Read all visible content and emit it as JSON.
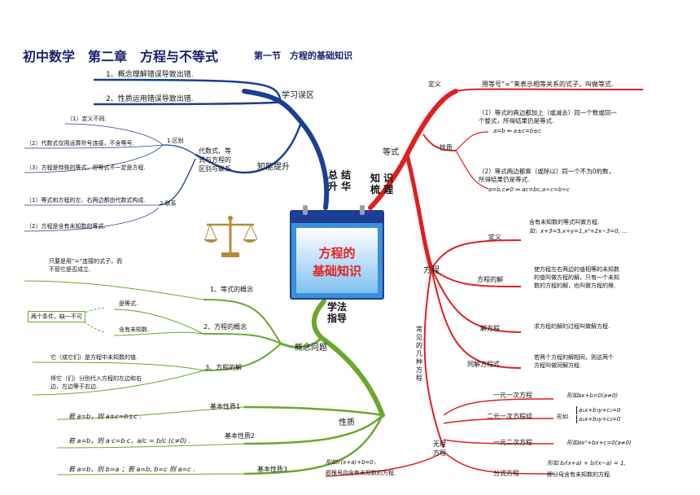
{
  "header": {
    "title": "初中数学　第二章　方程与不等式",
    "section": "第一节　方程的基础知识"
  },
  "center": {
    "label_line1": "方程的",
    "label_line2": "基础知识"
  },
  "main_branches": {
    "summary": "总 结\n升 华",
    "knowledge": "知 识\n梳 理",
    "method": "学法\n指导"
  },
  "mistakes": {
    "title": "学习误区",
    "item1": "1、概念理解错误导致出错.",
    "item2": "2、性质运用错误导致出错."
  },
  "improve": {
    "title": "知能提升",
    "topic": "代数式、等\n式与方程的\n区别与联系",
    "diff_label": "1.区别",
    "diff1": "（1）定义不同.",
    "diff2": "（2）代数式仅用运算符号连接，不含等号.",
    "diff3": "（3）方程是特殊的等式，但等式不一定是方程.",
    "link_label": "2.联系",
    "link1": "（1）等式和方程的左、右两边都由代数式构成.",
    "link2": "（2）方程是含有未知数的等式."
  },
  "equality": {
    "title": "等式",
    "def_label": "定义",
    "def_text": "用等号“=”来表示相等关系的式子，叫做等式.",
    "prop_label": "性质",
    "prop1": "（1）等式的两边都加上（或减去）同一个数或同一\n个整式，所得结果仍是等式.",
    "prop1_formula": "a=b ⇔ a±c=b±c",
    "prop2": "（2）等式两边都乘（或除以）同一个不为0的数，\n所得结果仍是等式.",
    "prop2_formula": "a=b,c≠0 ⇔ ac=bc,a÷c=b÷c"
  },
  "equation": {
    "title": "方程",
    "def_label": "定义",
    "def_text": "含有未知数的等式叫做方程.",
    "def_example": "如，x+3=5,x+y=1,x²+2x−3=0, …",
    "sol_label": "方程的解",
    "sol_text": "使方程左右两边的值相等的未知数\n的值叫做方程的解，只有一个未知\n数的方程的解，也叫做方程的根.",
    "solve_label": "解方程",
    "solve_text": "求方程的解的过程叫做解方程.",
    "same_label": "同解方程式",
    "same_text": "若两个方程的解相同，则这两个\n方程叫做同解方程.",
    "types_label": "常\n见\n的\n几\n种\n方\n程",
    "linear1": "一元一次方程",
    "linear1_form": "形如ax+b=0(a≠0)",
    "linear2": "二元一次方程组",
    "linear2_form_a": "a₁x+b₁y+c₁=0",
    "linear2_form_b": "a₂x+b₂y+c₂=0",
    "quad": "一元二次方程",
    "quad_form": "形如ax²+bx+c=0(a≠0)",
    "frac": "分式方程",
    "frac_form": "形如 b/(x+a) + b/(x−a) = 1,",
    "frac_note": "即分母含有未知数的方程.",
    "irr": "无理\n方程",
    "irr_form": "形如√(x+a)+b=0，",
    "irr_note": "即根号内含有未知数的方程."
  },
  "method": {
    "concept_title": "概念问题",
    "c1": "1、等式的概念",
    "c1_note": "只要是用“=”连接的式子，而\n不管它是否成立.",
    "c2": "2、方程的概念",
    "c2_a": "是等式.",
    "c2_b": "含有未知数.",
    "c2_box": "两个条件，缺一不可",
    "c3": "3、方程的解",
    "c3_note1": "它（或它们）是方程中未知数的值.",
    "c3_note2": "将它（们）分别代入方程的左边和右\n边，左边等于右边.",
    "prop_title": "性质",
    "p1": "基本性质1",
    "p1_text": "若 a=b，则 a±c=b±c .",
    "p2": "基本性质2",
    "p2_text": "若 a=b，则 a·c=b·c，a/c = b/c (c≠0) .",
    "p3": "基本性质3",
    "p3_text": "若 a=b，则 b=a ；若 a=b, b=c 则 a=c ."
  }
}
